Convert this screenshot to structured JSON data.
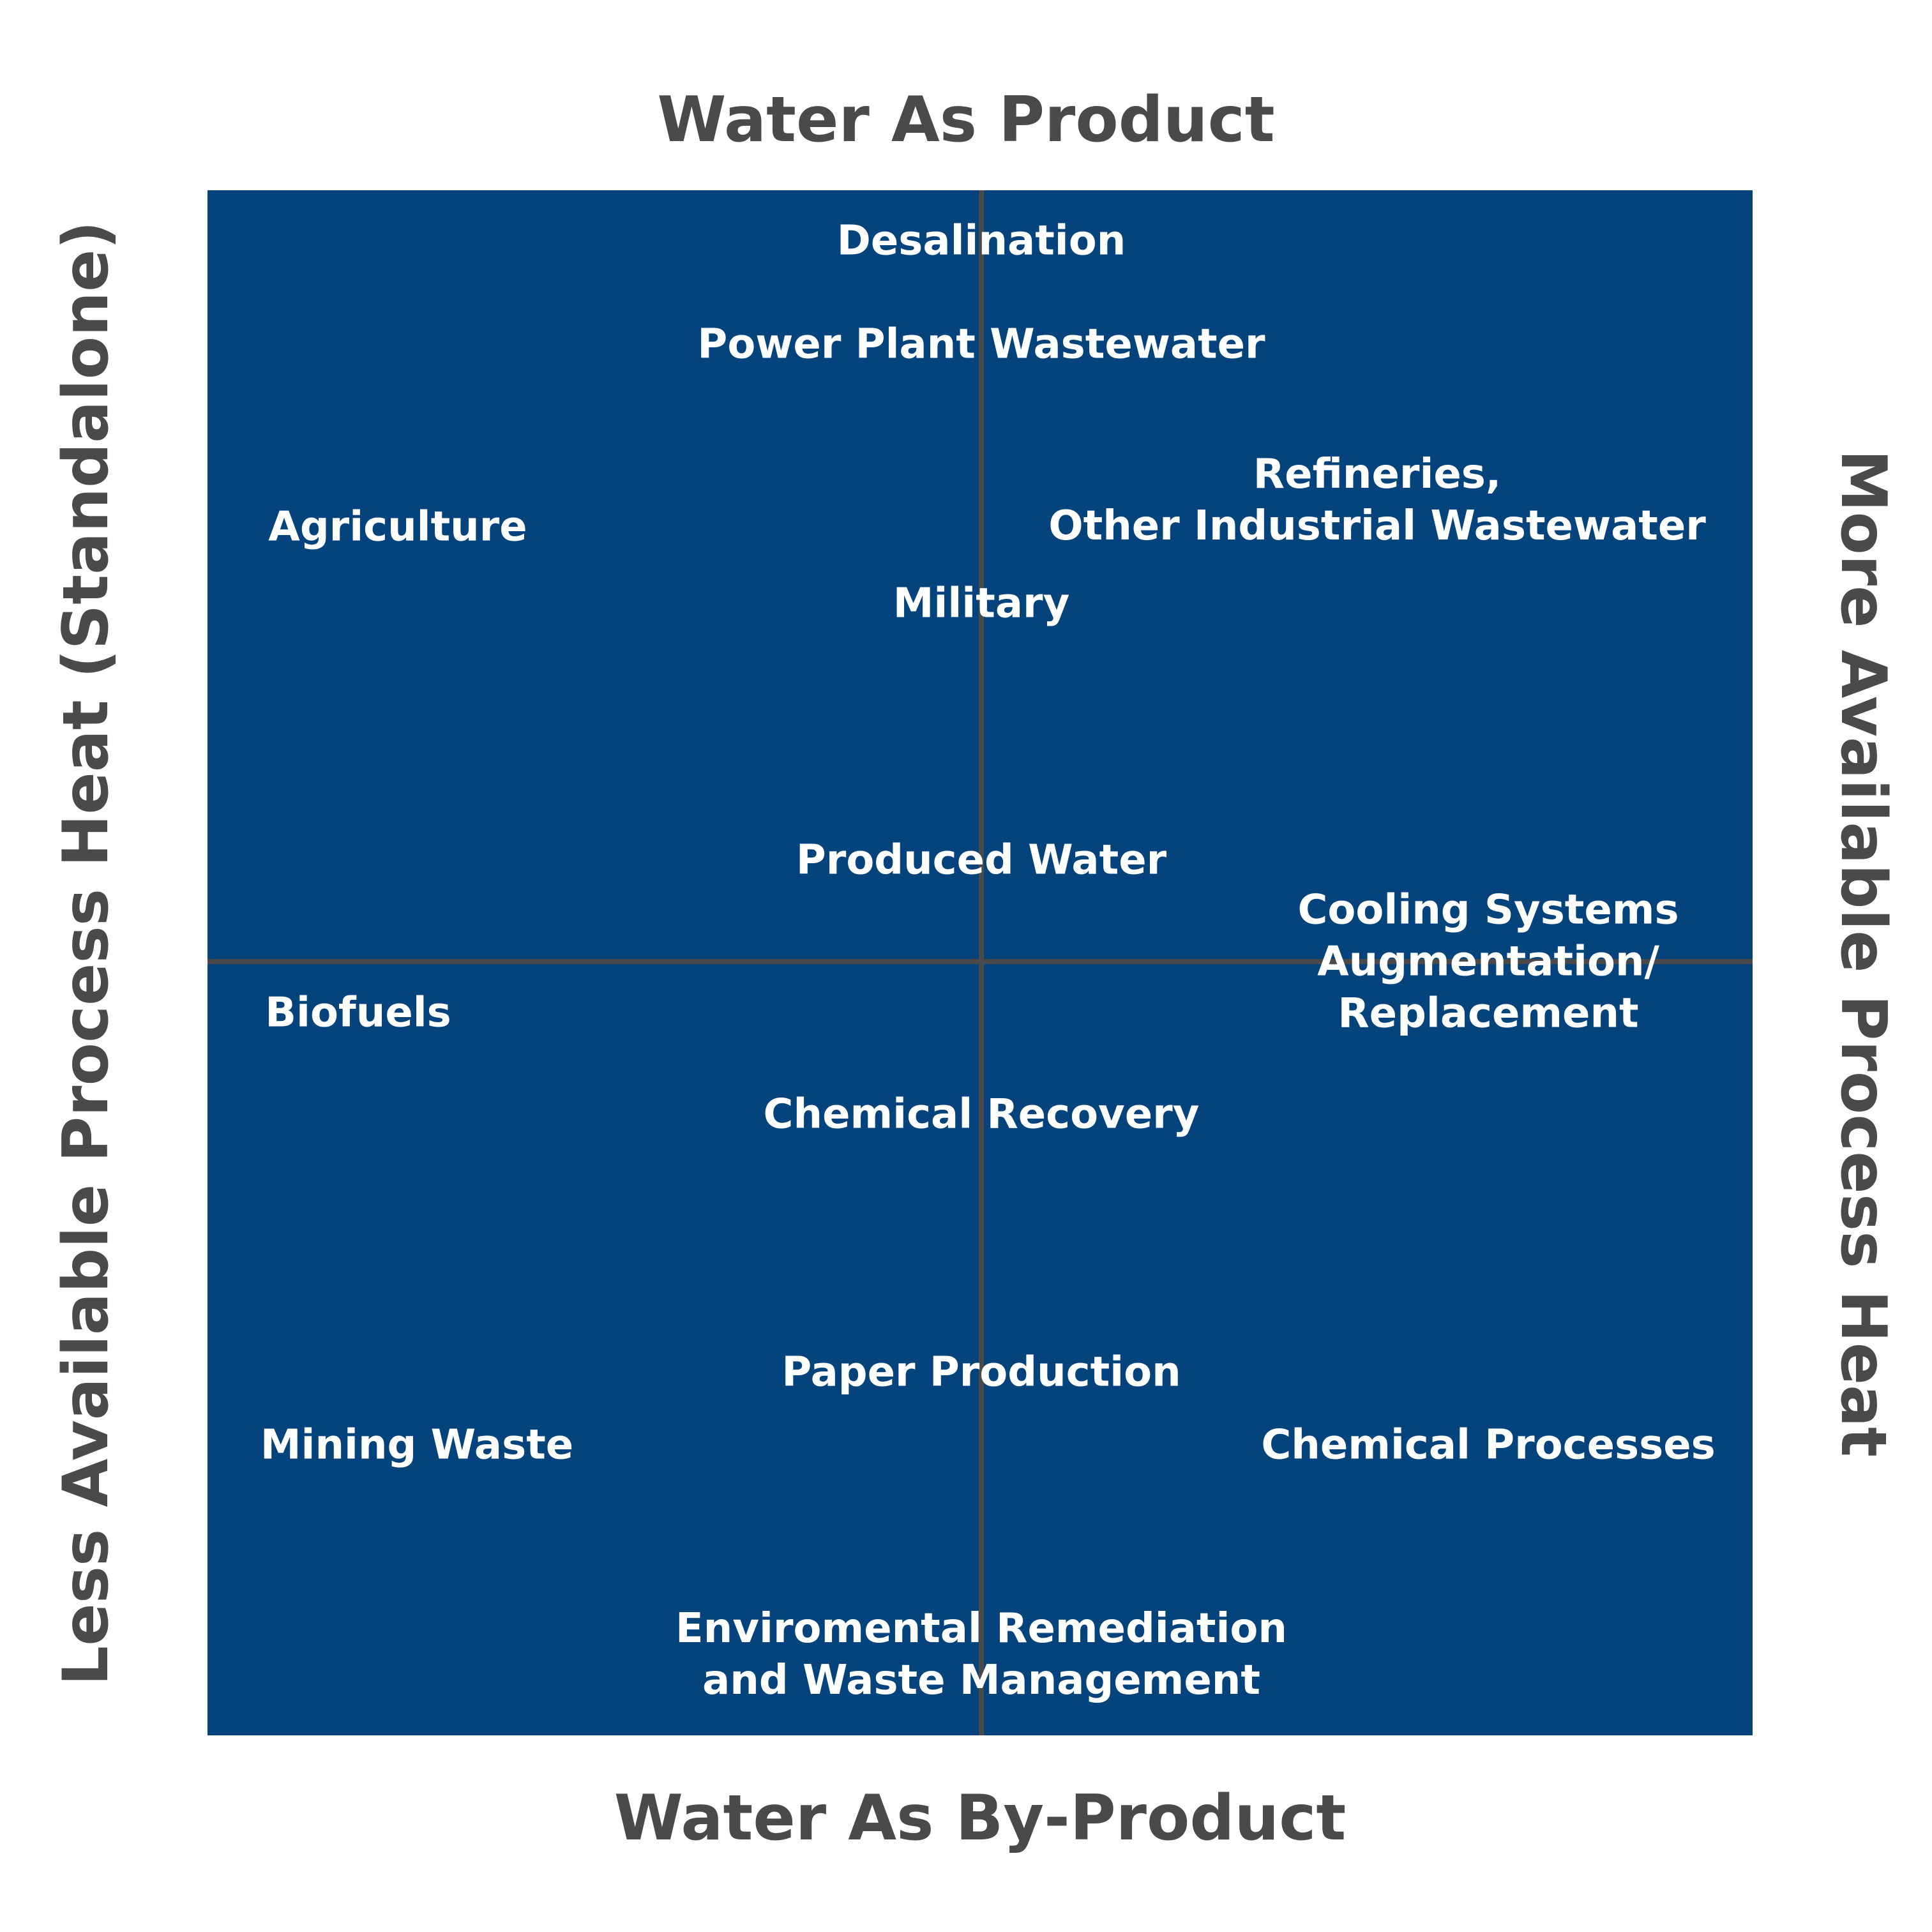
{
  "axes": {
    "top": "Water As Product",
    "bottom": "Water As By-Product",
    "left": "Less Available Process Heat (Standalone)",
    "right": "More Available Process Heat"
  },
  "items": {
    "desalination": "Desalination",
    "power_plant_wastewater": "Power Plant Wastewater",
    "refineries": [
      "Refineries,",
      "Other Industrial Wastewater"
    ],
    "agriculture": "Agriculture",
    "military": "Military",
    "produced_water": "Produced Water",
    "cooling_systems": [
      "Cooling Systems",
      "Augmentation/",
      "Replacement"
    ],
    "biofuels": "Biofuels",
    "chemical_recovery": "Chemical Recovery",
    "paper_production": "Paper Production",
    "mining_waste": "Mining Waste",
    "chemical_processes": "Chemical Processes",
    "environmental_remediation": [
      "Enviromental Remediation",
      "and Waste Management"
    ]
  },
  "colors": {
    "matrix_fill": "#04437c",
    "divider": "#4a4a4a",
    "axis_text": "#4a4a4a",
    "item_text": "#ffffff"
  }
}
